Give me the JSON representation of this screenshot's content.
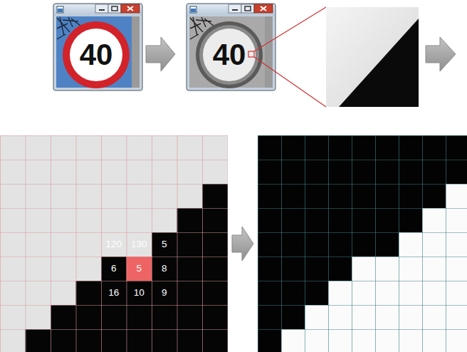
{
  "diagram": {
    "labels": [
      "40",
      "40",
      "120",
      "130",
      "5",
      "6",
      "5",
      "8",
      "16",
      "10",
      "9"
    ]
  }
}
